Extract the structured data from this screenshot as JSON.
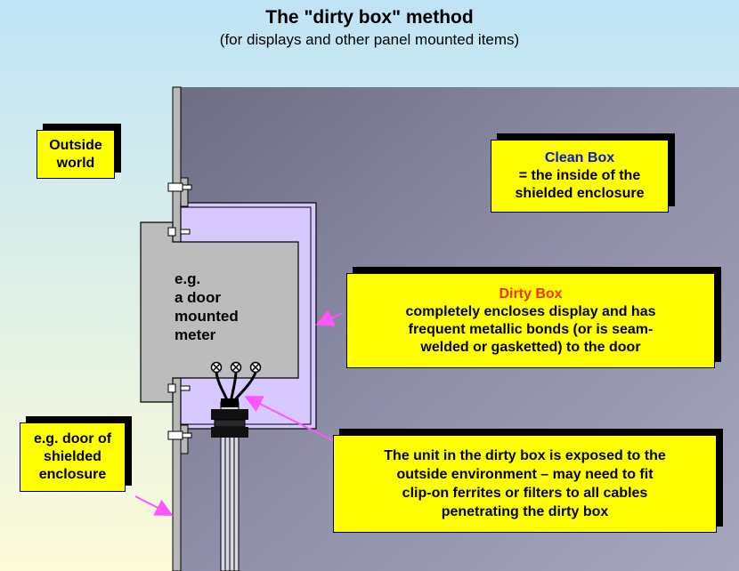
{
  "title": "The \"dirty box\" method",
  "subtitle": "(for displays and other panel mounted items)",
  "labels": {
    "outside_world": [
      "Outside",
      "world"
    ],
    "door_of_enclosure": [
      "e.g. door of",
      "shielded",
      "enclosure"
    ],
    "clean_box": {
      "heading": "Clean Box",
      "lines": [
        "= the inside of the",
        "shielded enclosure"
      ]
    },
    "dirty_box": {
      "heading": "Dirty Box",
      "lines": [
        "completely encloses display and has",
        "frequent metallic bonds (or is seam-",
        "welded or gasketted) to the door"
      ]
    },
    "meter": [
      "e.g.",
      "a door",
      "mounted",
      "meter"
    ],
    "unit_note": [
      "The unit in the dirty box is exposed to the",
      "outside environment – may need to fit",
      "clip-on ferrites or filters to all cables",
      "penetrating the dirty box"
    ]
  },
  "colors": {
    "sky_top": "#bfe4f6",
    "sky_bottom": "#fdfbd8",
    "enclosure_interior": "#8a8aa6",
    "door_panel": "#b8b8b8",
    "dirty_box_fill": "#d7c8ff",
    "meter_body": "#bcbcbc",
    "callout_fill": "#ffff00",
    "arrow": "#ff55ff",
    "clean_heading": "#0a19c8",
    "dirty_heading": "#ff2a00"
  },
  "icons": [
    "terminal-screw-icon",
    "bolt-icon",
    "ferrite-clip-icon"
  ]
}
